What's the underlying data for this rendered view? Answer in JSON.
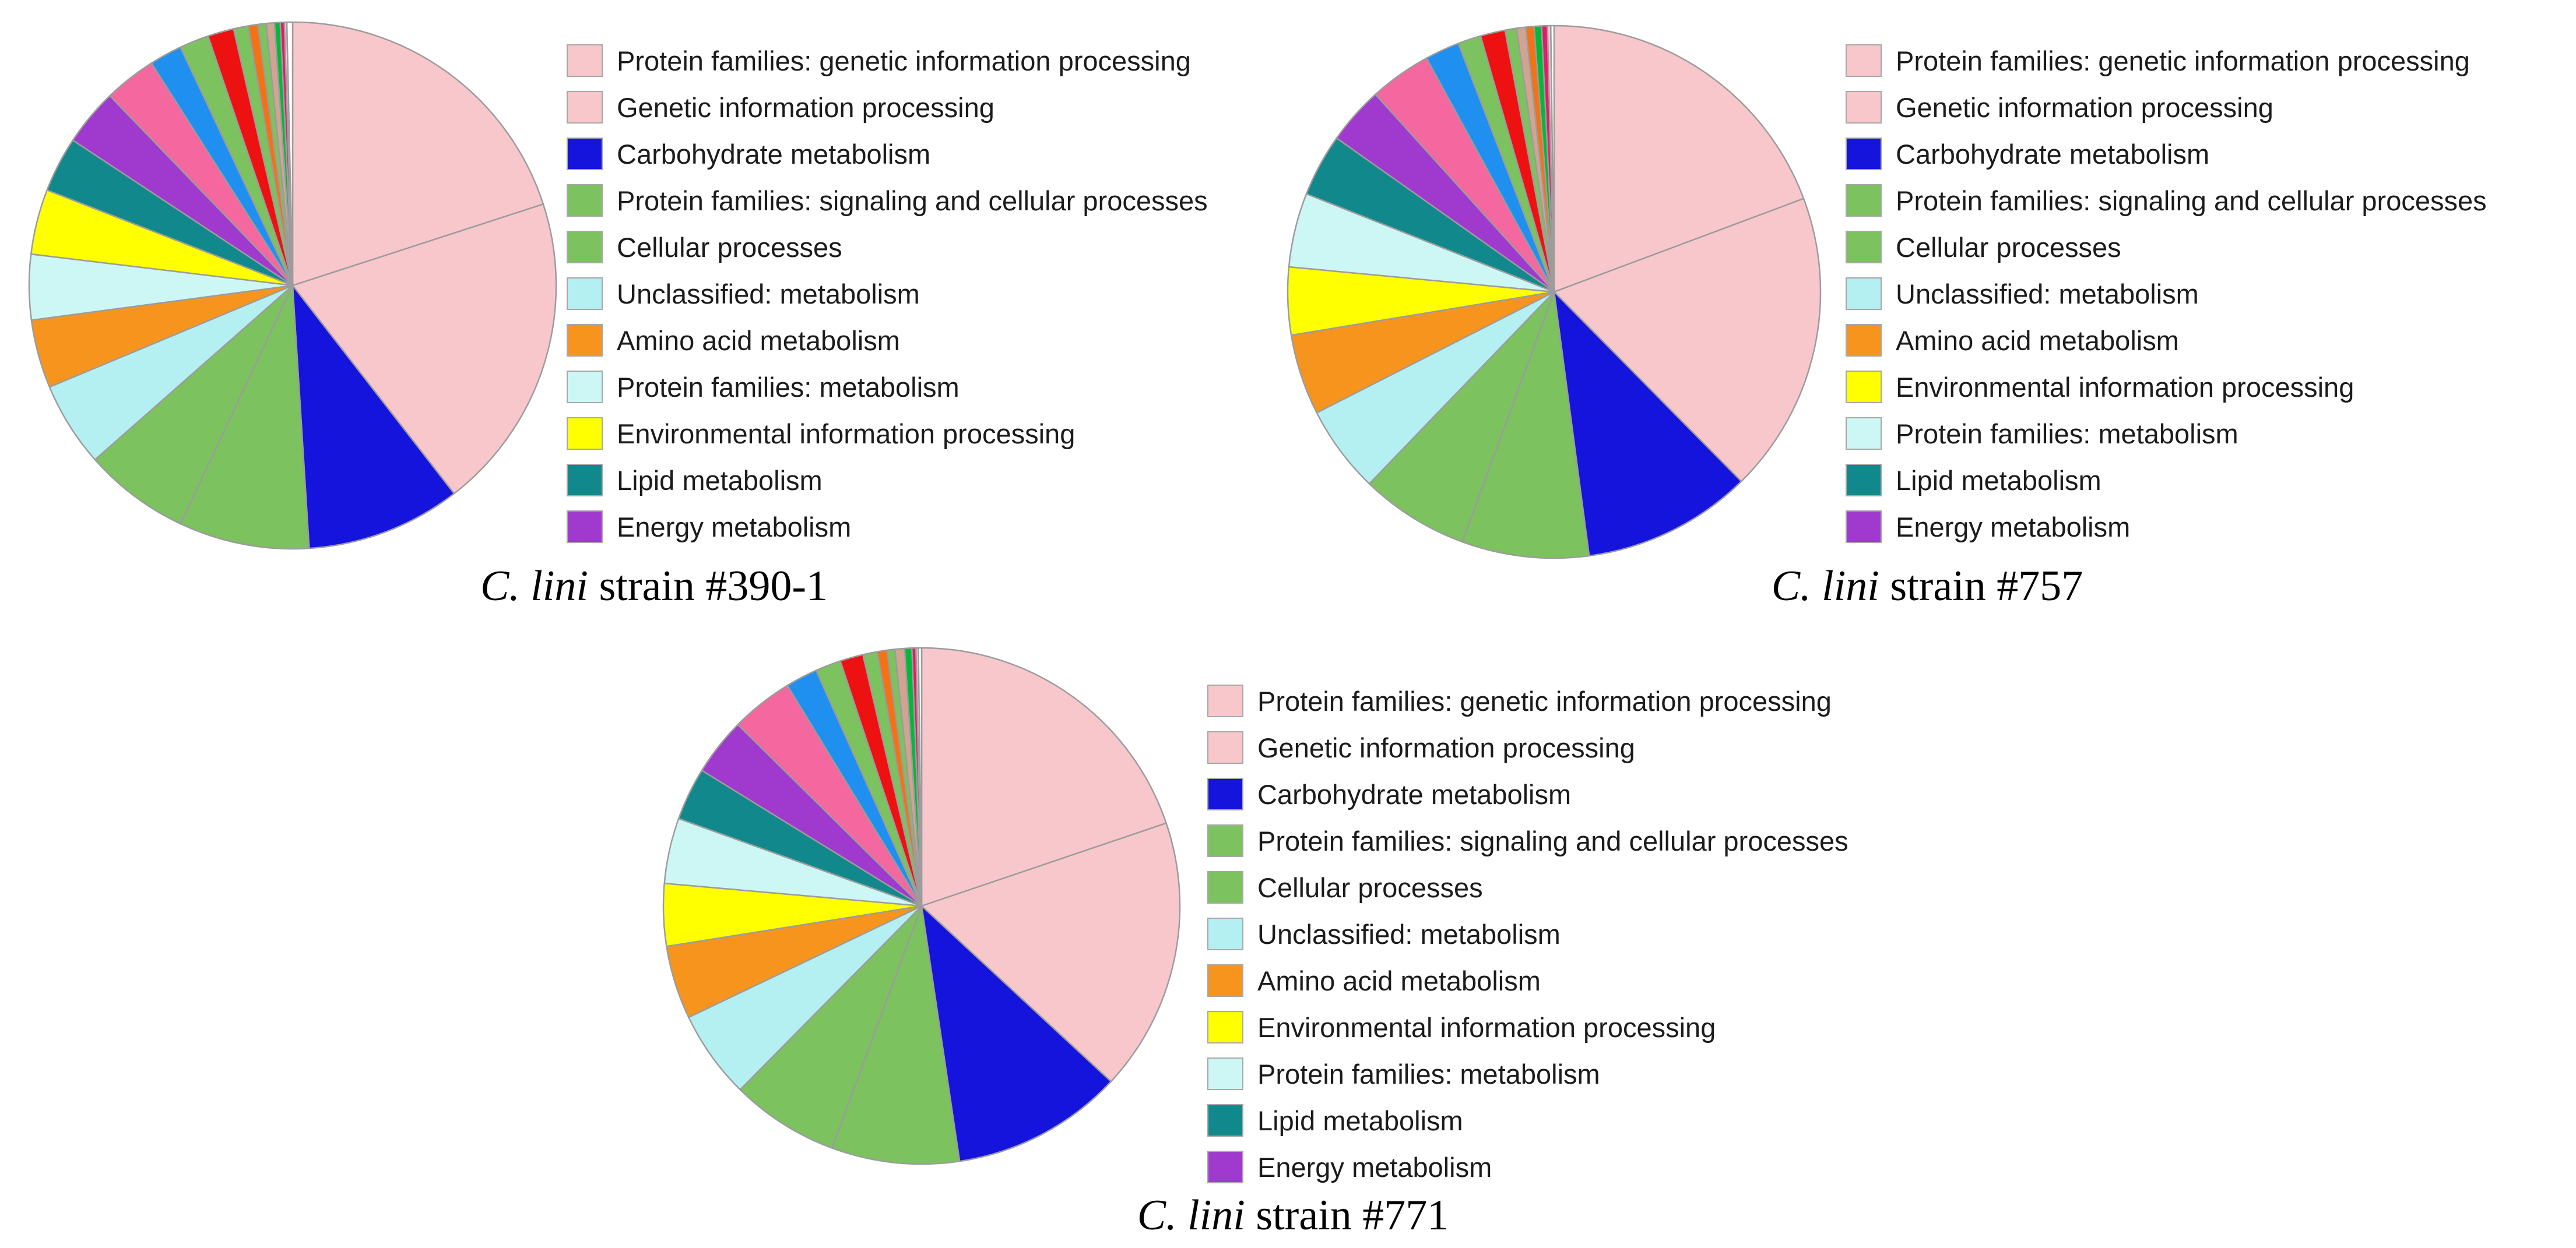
{
  "figure": {
    "background": "#FFFFFF",
    "slice_border_color": "#9C9C9C",
    "description_colors": {
      "pink": "#F8C7CB",
      "blue": "#1414DC",
      "green": "#7CC25E",
      "pale_cyan": "#B4EFF1",
      "orange": "#F7941E",
      "pale_cyan_light": "#CDF7F5",
      "yellow": "#FFFF00",
      "teal": "#11898C",
      "purple": "#A03ACE",
      "hot_pink": "#F4679F",
      "dodger_blue": "#2090F0",
      "red": "#EE1111",
      "orange_deep": "#F47216",
      "tan": "#D1A492",
      "bright_green": "#00B93B",
      "deep_pink": "#E8186B",
      "pale_pink": "#F3C7D0",
      "white": "#FFFFFF"
    }
  },
  "charts": [
    {
      "caption": {
        "species": "C. lini",
        "rest": " strain #390-1"
      },
      "legend": [
        {
          "label": "Protein families: genetic information processing",
          "color": "#F8C7CB"
        },
        {
          "label": "Genetic information processing",
          "color": "#F8C7CB"
        },
        {
          "label": "Carbohydrate metabolism",
          "color": "#1414DC"
        },
        {
          "label": "Protein families: signaling and cellular processes",
          "color": "#7CC25E"
        },
        {
          "label": "Cellular processes",
          "color": "#7CC25E"
        },
        {
          "label": "Unclassified: metabolism",
          "color": "#B4EFF1"
        },
        {
          "label": "Amino acid metabolism",
          "color": "#F7941E"
        },
        {
          "label": "Protein families: metabolism",
          "color": "#CDF7F5"
        },
        {
          "label": "Environmental information processing",
          "color": "#FFFF00"
        },
        {
          "label": "Lipid metabolism",
          "color": "#11898C"
        },
        {
          "label": "Energy metabolism",
          "color": "#A03ACE"
        }
      ]
    },
    {
      "caption": {
        "species": "C. lini",
        "rest": " strain #757"
      },
      "legend": [
        {
          "label": "Protein families: genetic information processing",
          "color": "#F8C7CB"
        },
        {
          "label": "Genetic information processing",
          "color": "#F8C7CB"
        },
        {
          "label": "Carbohydrate metabolism",
          "color": "#1414DC"
        },
        {
          "label": "Protein families: signaling and cellular processes",
          "color": "#7CC25E"
        },
        {
          "label": "Cellular processes",
          "color": "#7CC25E"
        },
        {
          "label": "Unclassified: metabolism",
          "color": "#B4EFF1"
        },
        {
          "label": "Amino acid metabolism",
          "color": "#F7941E"
        },
        {
          "label": "Environmental information processing",
          "color": "#FFFF00"
        },
        {
          "label": "Protein families: metabolism",
          "color": "#CDF7F5"
        },
        {
          "label": "Lipid metabolism",
          "color": "#11898C"
        },
        {
          "label": "Energy metabolism",
          "color": "#A03ACE"
        }
      ]
    },
    {
      "caption": {
        "species": "C. lini",
        "rest": " strain #771"
      },
      "legend": [
        {
          "label": "Protein families: genetic information processing",
          "color": "#F8C7CB"
        },
        {
          "label": "Genetic information processing",
          "color": "#F8C7CB"
        },
        {
          "label": "Carbohydrate metabolism",
          "color": "#1414DC"
        },
        {
          "label": "Protein families: signaling and cellular processes",
          "color": "#7CC25E"
        },
        {
          "label": "Cellular processes",
          "color": "#7CC25E"
        },
        {
          "label": "Unclassified: metabolism",
          "color": "#B4EFF1"
        },
        {
          "label": "Amino acid metabolism",
          "color": "#F7941E"
        },
        {
          "label": "Environmental information processing",
          "color": "#FFFF00"
        },
        {
          "label": "Protein families: metabolism",
          "color": "#CDF7F5"
        },
        {
          "label": "Lipid metabolism",
          "color": "#11898C"
        },
        {
          "label": "Energy metabolism",
          "color": "#A03ACE"
        }
      ]
    }
  ],
  "chart_data": [
    {
      "type": "pie",
      "title": "C. lini strain #390-1",
      "unit": "percent",
      "start_angle_deg": 0,
      "direction": "clockwise",
      "legend_position": "right",
      "slices": [
        {
          "label": "Protein families: genetic information processing",
          "color": "#F8C7CB",
          "value": 20.0
        },
        {
          "label": "Genetic information processing",
          "color": "#F8C7CB",
          "value": 19.5
        },
        {
          "label": "Carbohydrate metabolism",
          "color": "#1414DC",
          "value": 9.5
        },
        {
          "label": "Protein families: signaling and cellular processes",
          "color": "#7CC25E",
          "value": 8.0
        },
        {
          "label": "Cellular processes",
          "color": "#7CC25E",
          "value": 6.5
        },
        {
          "label": "Unclassified: metabolism",
          "color": "#B4EFF1",
          "value": 5.2
        },
        {
          "label": "Amino acid metabolism",
          "color": "#F7941E",
          "value": 4.2
        },
        {
          "label": "Protein families: metabolism",
          "color": "#CDF7F5",
          "value": 4.0
        },
        {
          "label": "Environmental information processing",
          "color": "#FFFF00",
          "value": 4.0
        },
        {
          "label": "Lipid metabolism",
          "color": "#11898C",
          "value": 3.4
        },
        {
          "label": "Energy metabolism",
          "color": "#A03ACE",
          "value": 3.5
        },
        {
          "label": "unlabeled (hot pink)",
          "color": "#F4679F",
          "value": 3.2
        },
        {
          "label": "unlabeled (dodger blue)",
          "color": "#2090F0",
          "value": 2.0
        },
        {
          "label": "unlabeled (yellow green)",
          "color": "#7CC25E",
          "value": 1.8
        },
        {
          "label": "unlabeled (red)",
          "color": "#EE1111",
          "value": 1.6
        },
        {
          "label": "unlabeled (yellow green)",
          "color": "#7CC25E",
          "value": 0.9
        },
        {
          "label": "unlabeled (orange)",
          "color": "#F47216",
          "value": 0.6
        },
        {
          "label": "unlabeled (yellow green)",
          "color": "#7CC25E",
          "value": 0.5
        },
        {
          "label": "unlabeled (tan)",
          "color": "#D1A492",
          "value": 0.5
        },
        {
          "label": "unlabeled (bright green)",
          "color": "#00B93B",
          "value": 0.35
        },
        {
          "label": "unlabeled (deep pink)",
          "color": "#E8186B",
          "value": 0.25
        },
        {
          "label": "unlabeled (pale pink)",
          "color": "#F3C7D0",
          "value": 0.15
        },
        {
          "label": "unlabeled (white)",
          "color": "#FFFFFF",
          "value": 0.35
        }
      ]
    },
    {
      "type": "pie",
      "title": "C. lini strain #757",
      "unit": "percent",
      "start_angle_deg": 0,
      "direction": "clockwise",
      "legend_position": "right",
      "slices": [
        {
          "label": "Protein families: genetic information processing",
          "color": "#F8C7CB",
          "value": 19.3
        },
        {
          "label": "Genetic information processing",
          "color": "#F8C7CB",
          "value": 18.3
        },
        {
          "label": "Carbohydrate metabolism",
          "color": "#1414DC",
          "value": 10.3
        },
        {
          "label": "Protein families: signaling and cellular processes",
          "color": "#7CC25E",
          "value": 7.7
        },
        {
          "label": "Cellular processes",
          "color": "#7CC25E",
          "value": 6.6
        },
        {
          "label": "Unclassified: metabolism",
          "color": "#B4EFF1",
          "value": 5.3
        },
        {
          "label": "Amino acid metabolism",
          "color": "#F7941E",
          "value": 4.9
        },
        {
          "label": "Environmental information processing",
          "color": "#FFFF00",
          "value": 4.1
        },
        {
          "label": "Protein families: metabolism",
          "color": "#CDF7F5",
          "value": 4.5
        },
        {
          "label": "Lipid metabolism",
          "color": "#11898C",
          "value": 3.8
        },
        {
          "label": "Energy metabolism",
          "color": "#A03ACE",
          "value": 3.5
        },
        {
          "label": "unlabeled (hot pink)",
          "color": "#F4679F",
          "value": 3.75
        },
        {
          "label": "unlabeled (dodger blue)",
          "color": "#2090F0",
          "value": 2.1
        },
        {
          "label": "unlabeled (yellow green)",
          "color": "#7CC25E",
          "value": 1.4
        },
        {
          "label": "unlabeled (red)",
          "color": "#EE1111",
          "value": 1.5
        },
        {
          "label": "unlabeled (yellow green)",
          "color": "#7CC25E",
          "value": 0.7
        },
        {
          "label": "unlabeled (tan)",
          "color": "#D1A492",
          "value": 0.55
        },
        {
          "label": "unlabeled (orange)",
          "color": "#F47216",
          "value": 0.5
        },
        {
          "label": "unlabeled (bright green)",
          "color": "#00B93B",
          "value": 0.45
        },
        {
          "label": "unlabeled (deep pink)",
          "color": "#E8186B",
          "value": 0.35
        },
        {
          "label": "unlabeled (pale pink)",
          "color": "#F3C7D0",
          "value": 0.2
        },
        {
          "label": "unlabeled (white)",
          "color": "#FFFFFF",
          "value": 0.2
        }
      ]
    },
    {
      "type": "pie",
      "title": "C. lini strain #771",
      "unit": "percent",
      "start_angle_deg": 0,
      "direction": "clockwise",
      "legend_position": "right",
      "slices": [
        {
          "label": "Protein families: genetic information processing",
          "color": "#F8C7CB",
          "value": 19.8
        },
        {
          "label": "Genetic information processing",
          "color": "#F8C7CB",
          "value": 17.1
        },
        {
          "label": "Carbohydrate metabolism",
          "color": "#1414DC",
          "value": 10.75
        },
        {
          "label": "Protein families: signaling and cellular processes",
          "color": "#7CC25E",
          "value": 8.0
        },
        {
          "label": "Cellular processes",
          "color": "#7CC25E",
          "value": 6.75
        },
        {
          "label": "Unclassified: metabolism",
          "color": "#B4EFF1",
          "value": 5.5
        },
        {
          "label": "Amino acid metabolism",
          "color": "#F7941E",
          "value": 4.6
        },
        {
          "label": "Environmental information processing",
          "color": "#FFFF00",
          "value": 3.9
        },
        {
          "label": "Protein families: metabolism",
          "color": "#CDF7F5",
          "value": 4.1
        },
        {
          "label": "Lipid metabolism",
          "color": "#11898C",
          "value": 3.3
        },
        {
          "label": "Energy metabolism",
          "color": "#A03ACE",
          "value": 3.6
        },
        {
          "label": "unlabeled (hot pink)",
          "color": "#F4679F",
          "value": 3.9
        },
        {
          "label": "unlabeled (dodger blue)",
          "color": "#2090F0",
          "value": 2.0
        },
        {
          "label": "unlabeled (yellow green)",
          "color": "#7CC25E",
          "value": 1.6
        },
        {
          "label": "unlabeled (red)",
          "color": "#EE1111",
          "value": 1.45
        },
        {
          "label": "unlabeled (yellow green)",
          "color": "#7CC25E",
          "value": 0.9
        },
        {
          "label": "unlabeled (orange)",
          "color": "#F47216",
          "value": 0.6
        },
        {
          "label": "unlabeled (yellow green)",
          "color": "#7CC25E",
          "value": 0.5
        },
        {
          "label": "unlabeled (tan)",
          "color": "#D1A492",
          "value": 0.6
        },
        {
          "label": "unlabeled (bright green)",
          "color": "#00B93B",
          "value": 0.45
        },
        {
          "label": "unlabeled (deep pink)",
          "color": "#E8186B",
          "value": 0.25
        },
        {
          "label": "unlabeled (pale pink)",
          "color": "#F3C7D0",
          "value": 0.15
        },
        {
          "label": "unlabeled (white)",
          "color": "#FFFFFF",
          "value": 0.2
        }
      ]
    }
  ]
}
